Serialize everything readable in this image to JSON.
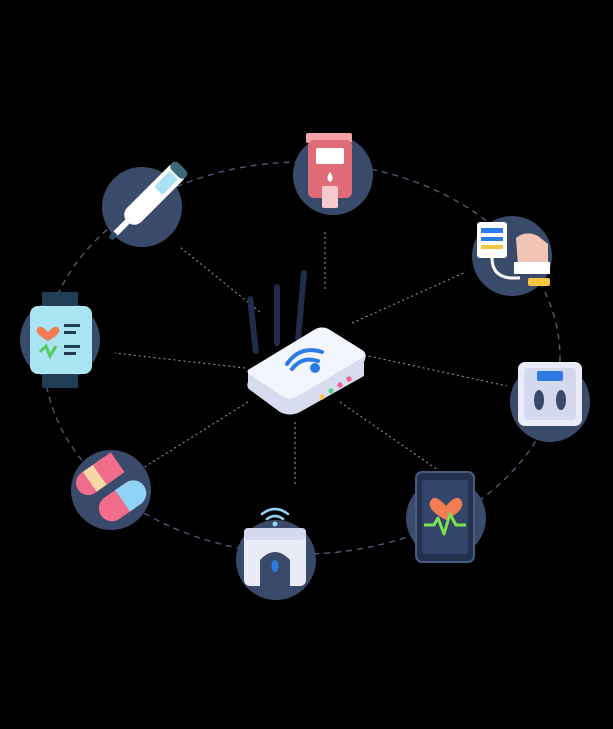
{
  "diagram": {
    "background": "#000000",
    "circle_color": "#3a4a6b",
    "hub": {
      "name": "wifi-router",
      "icon": "router-icon"
    },
    "devices": [
      {
        "id": "glucose-meter",
        "icon": "glucose-meter-icon"
      },
      {
        "id": "blood-pressure-monitor",
        "icon": "blood-pressure-icon"
      },
      {
        "id": "smart-scale",
        "icon": "scale-icon"
      },
      {
        "id": "heart-rate-phone",
        "icon": "phone-heart-rate-icon"
      },
      {
        "id": "connected-scale",
        "icon": "wireless-scale-icon"
      },
      {
        "id": "pills",
        "icon": "pills-icon"
      },
      {
        "id": "smartwatch",
        "icon": "smartwatch-icon"
      },
      {
        "id": "thermometer",
        "icon": "thermometer-icon"
      }
    ]
  }
}
